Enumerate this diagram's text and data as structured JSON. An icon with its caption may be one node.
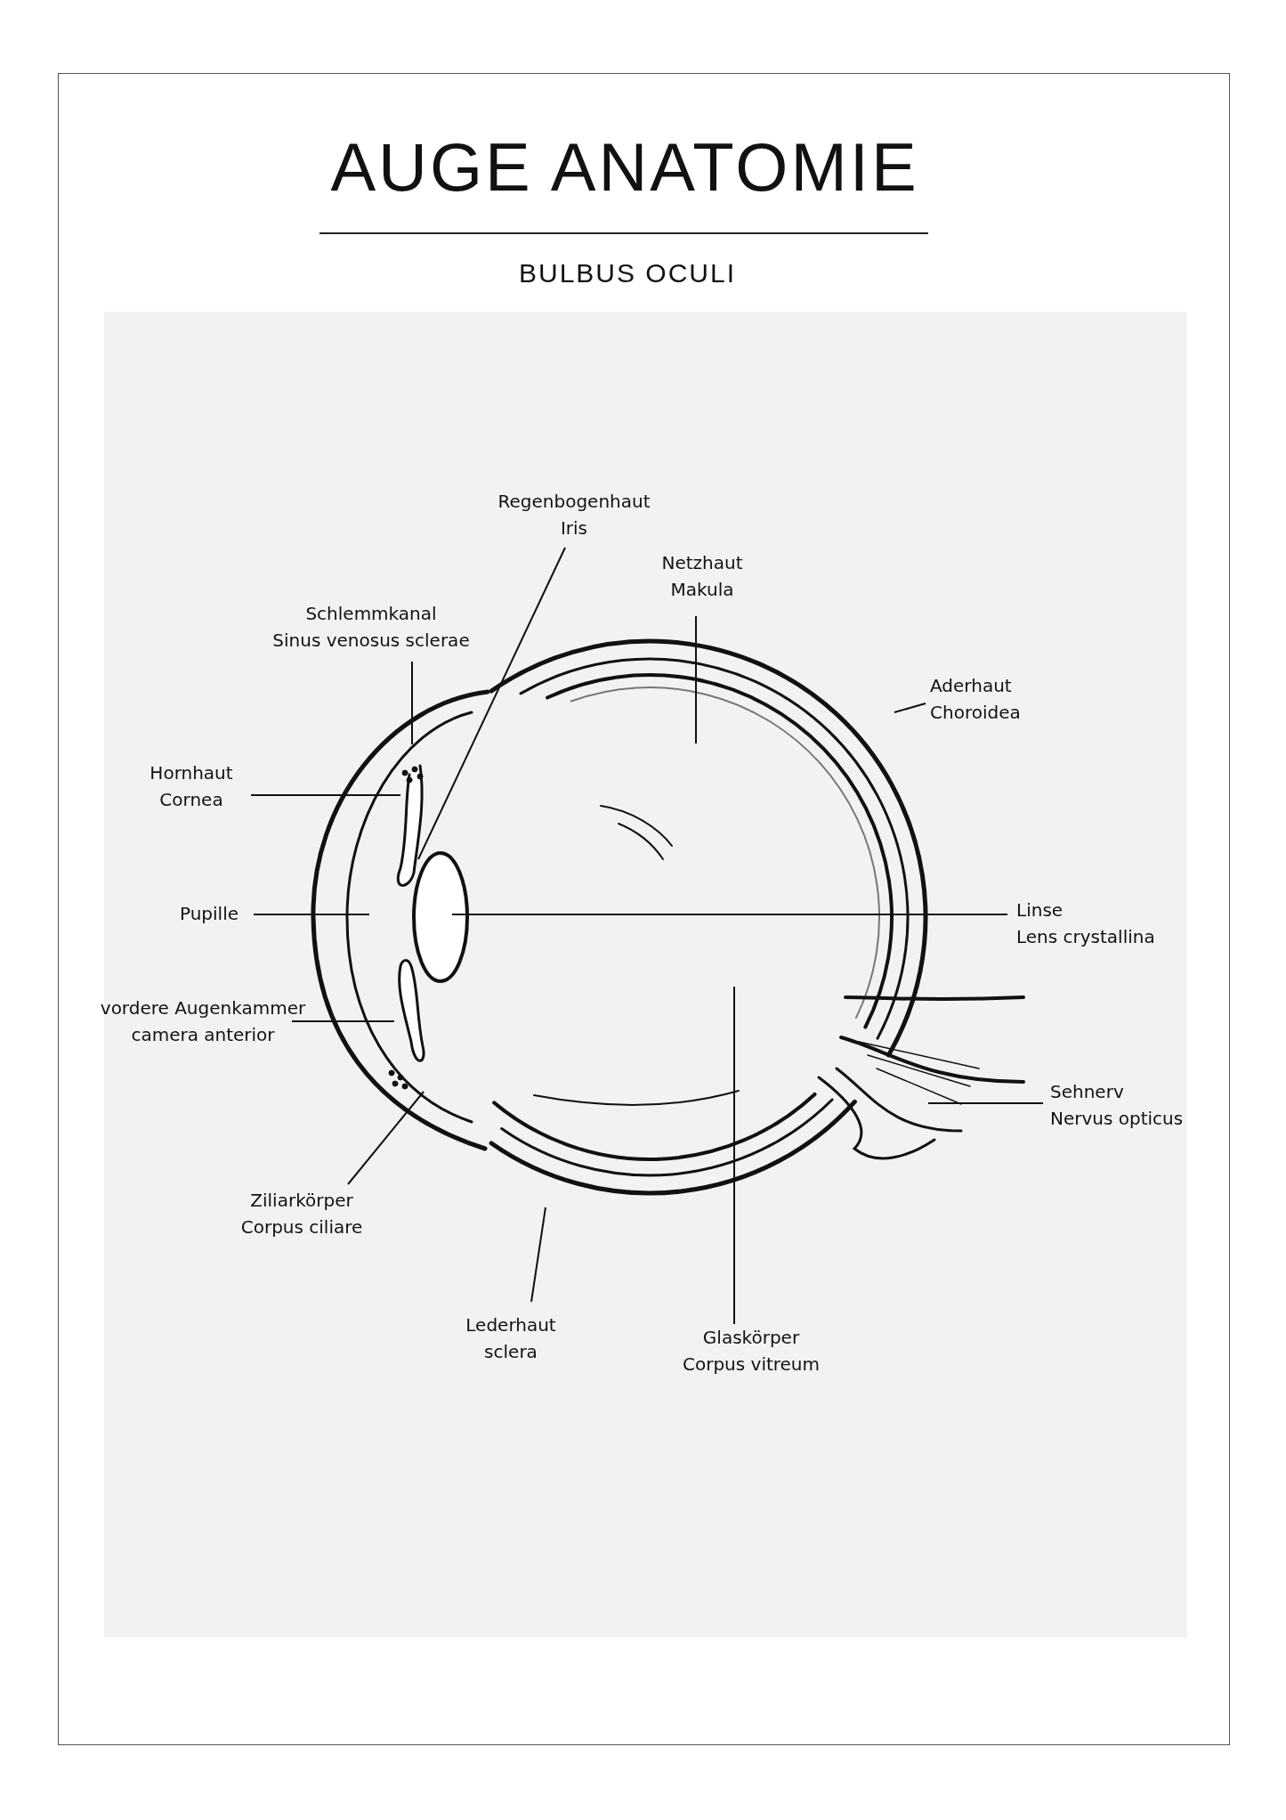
{
  "diagram": {
    "title": "AUGE ANATOMIE",
    "nodes": [
      {
        "text": [
          "Regenbogenhaut",
          "Iris"
        ]
      },
      {
        "text": [
          "Netzhaut",
          "Makula"
        ]
      },
      {
        "text": [
          "Schlemmkanal",
          "Sinus venosus sclerae"
        ]
      },
      {
        "text": [
          "Aderhaut",
          "Choroidea"
        ]
      },
      {
        "text": [
          "Hornhaut",
          "Cornea"
        ]
      },
      {
        "text": [
          "Pupille"
        ]
      },
      {
        "text": [
          "Linse",
          "Lens crystallina"
        ]
      },
      {
        "text": [
          "vordere Augenkammer",
          "camera anterior"
        ]
      },
      {
        "text": [
          "Sehnerv",
          "Nervus opticus"
        ]
      },
      {
        "text": [
          "Ziliarkörper",
          "Corpus ciliare"
        ]
      },
      {
        "text": [
          "Lederhaut",
          "sclera"
        ]
      },
      {
        "text": [
          "Glaskörper",
          "Corpus vitreum"
        ]
      }
    ],
    "edges": [
      {
        "from": 0,
        "to": null,
        "arrow": "none"
      },
      {
        "from": 1,
        "to": null,
        "arrow": "none"
      },
      {
        "from": 2,
        "to": null,
        "arrow": "none"
      },
      {
        "from": 3,
        "to": null,
        "arrow": "none"
      },
      {
        "from": 4,
        "to": null,
        "arrow": "none"
      },
      {
        "from": 5,
        "to": null,
        "arrow": "none"
      },
      {
        "from": 6,
        "to": null,
        "arrow": "none"
      },
      {
        "from": 7,
        "to": null,
        "arrow": "none"
      },
      {
        "from": 8,
        "to": null,
        "arrow": "none"
      },
      {
        "from": 9,
        "to": null,
        "arrow": "none"
      },
      {
        "from": 10,
        "to": null,
        "arrow": "none"
      },
      {
        "from": 11,
        "to": null,
        "arrow": "none"
      }
    ],
    "labels": [
      "BULBUS OCULI"
    ]
  }
}
